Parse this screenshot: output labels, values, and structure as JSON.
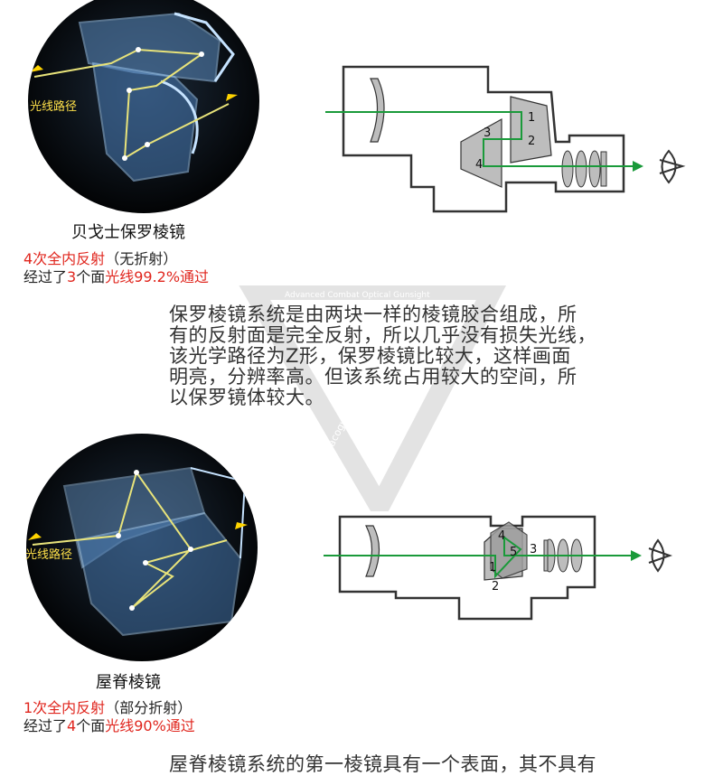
{
  "porro": {
    "title": "贝戈士保罗棱镜",
    "path_label": "光线路径",
    "line1_red": "4次全内反射",
    "line1_black": "（无折射）",
    "line2_pre": "经过了",
    "line2_num": "3",
    "line2_mid": "个面",
    "line2_red": "光线99.2%通过",
    "paragraph": [
      "保罗棱镜系统是由两块一样的棱镜胶合组成，所",
      "有的反射面是完全反射，所以几乎没有损失光线，",
      "该光学路径为Z形，保罗棱镜比较大，这样画面",
      "明亮，分辨率高。但该系统占用较大的空间，所",
      "以保罗镜体较大。"
    ],
    "diagram_numbers": [
      "1",
      "2",
      "3",
      "4"
    ]
  },
  "roof": {
    "title": "屋脊棱镜",
    "path_label": "光线路径",
    "line1_red": "1次全内反射",
    "line1_black": "（部分折射）",
    "line2_pre": "经过了",
    "line2_num": "4",
    "line2_mid": "个面",
    "line2_red": "光线90%通过",
    "paragraph": [
      "屋脊棱镜系统的第一棱镜具有一个表面，其不具有"
    ],
    "diagram_numbers": [
      "1",
      "2",
      "3",
      "4",
      "5"
    ]
  },
  "watermark": {
    "top_text": "Advanced Combat Optical Gunsight",
    "side_text": "www.acogw.com"
  },
  "colors": {
    "red": "#e0261e",
    "ray_green": "#1a9a3a",
    "prism_gray": "#bdbdbd"
  }
}
